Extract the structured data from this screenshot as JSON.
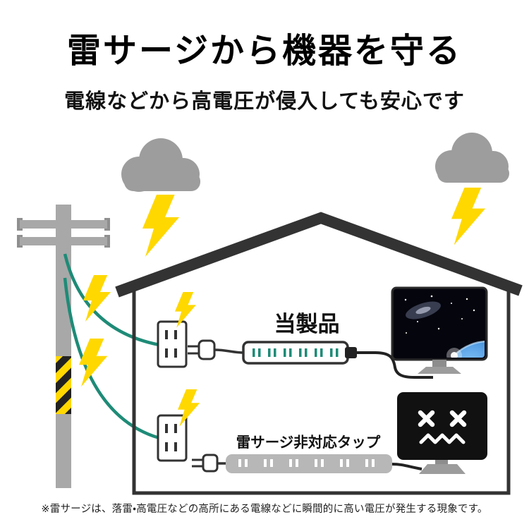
{
  "header": {
    "title": "雷サージから機器を守る",
    "subtitle": "電線などから高電圧が侵入しても安心です"
  },
  "diagram": {
    "product_label": "当製品",
    "non_surge_strip_label": "雷サージ非対応タップ"
  },
  "footer": {
    "note": "※雷サージは、落雷・高電圧などの高所にある電線などに瞬間的に高い電圧が発生する現象です。"
  },
  "colors": {
    "lightning_yellow": "#ffd800",
    "cloud_gray": "#9d9d9d",
    "pole_gray": "#a8a8a8",
    "wire_teal": "#1e8b77",
    "outline_dark": "#333333",
    "safe_strip_white": "#ffffff",
    "unsafe_strip_gray": "#b7b7b7"
  }
}
